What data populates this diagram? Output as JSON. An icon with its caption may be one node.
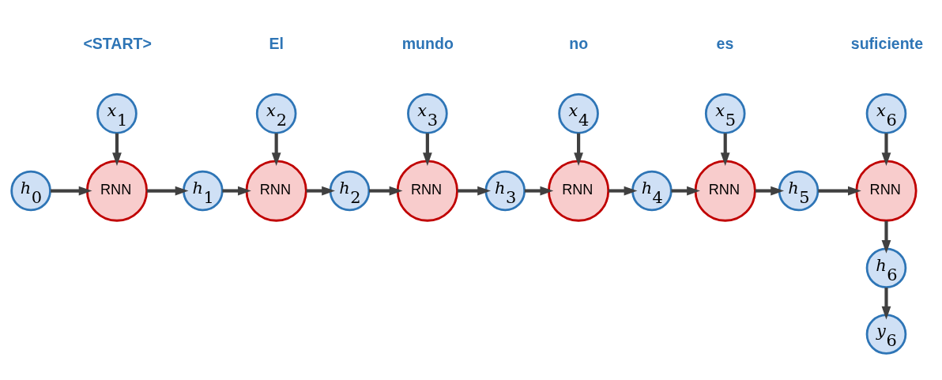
{
  "diagram": {
    "nodes": [
      {
        "text": [
          "h$_{0}$"
        ]
      },
      {
        "text": [
          "RNN"
        ]
      },
      {
        "text": [
          "h$_{1}$"
        ]
      },
      {
        "text": [
          "RNN"
        ]
      },
      {
        "text": [
          "h$_{2}$"
        ]
      },
      {
        "text": [
          "RNN"
        ]
      },
      {
        "text": [
          "h$_{3}$"
        ]
      },
      {
        "text": [
          "RNN"
        ]
      },
      {
        "text": [
          "h$_{4}$"
        ]
      },
      {
        "text": [
          "RNN"
        ]
      },
      {
        "text": [
          "h$_{5}$"
        ]
      },
      {
        "text": [
          "RNN"
        ]
      },
      {
        "text": [
          "h$_{6}$"
        ]
      },
      {
        "text": [
          "y$_{6}$"
        ]
      },
      {
        "text": [
          "x$_{1}$"
        ],
        "beside": [
          "<START>"
        ]
      },
      {
        "text": [
          "x$_{2}$"
        ],
        "beside": [
          "El"
        ]
      },
      {
        "text": [
          "x$_{3}$"
        ],
        "beside": [
          "mundo"
        ]
      },
      {
        "text": [
          "x$_{4}$"
        ],
        "beside": [
          "no"
        ]
      },
      {
        "text": [
          "x$_{5}$"
        ],
        "beside": [
          "es"
        ]
      },
      {
        "text": [
          "x$_{6}$"
        ],
        "beside": [
          "suficiente"
        ]
      }
    ],
    "edges": [
      {
        "from": 0,
        "to": 1,
        "arrow": "to"
      },
      {
        "from": 1,
        "to": 2,
        "arrow": "to"
      },
      {
        "from": 2,
        "to": 3,
        "arrow": "to"
      },
      {
        "from": 3,
        "to": 4,
        "arrow": "to"
      },
      {
        "from": 4,
        "to": 5,
        "arrow": "to"
      },
      {
        "from": 5,
        "to": 6,
        "arrow": "to"
      },
      {
        "from": 6,
        "to": 7,
        "arrow": "to"
      },
      {
        "from": 7,
        "to": 8,
        "arrow": "to"
      },
      {
        "from": 8,
        "to": 9,
        "arrow": "to"
      },
      {
        "from": 9,
        "to": 10,
        "arrow": "to"
      },
      {
        "from": 10,
        "to": 11,
        "arrow": "to"
      },
      {
        "from": 11,
        "to": 12,
        "arrow": "to"
      },
      {
        "from": 12,
        "to": 13,
        "arrow": "to"
      },
      {
        "from": 14,
        "to": 1,
        "arrow": "to"
      },
      {
        "from": 15,
        "to": 3,
        "arrow": "to"
      },
      {
        "from": 16,
        "to": 5,
        "arrow": "to"
      },
      {
        "from": 17,
        "to": 7,
        "arrow": "to"
      },
      {
        "from": 18,
        "to": 9,
        "arrow": "to"
      },
      {
        "from": 19,
        "to": 11,
        "arrow": "to"
      }
    ]
  }
}
